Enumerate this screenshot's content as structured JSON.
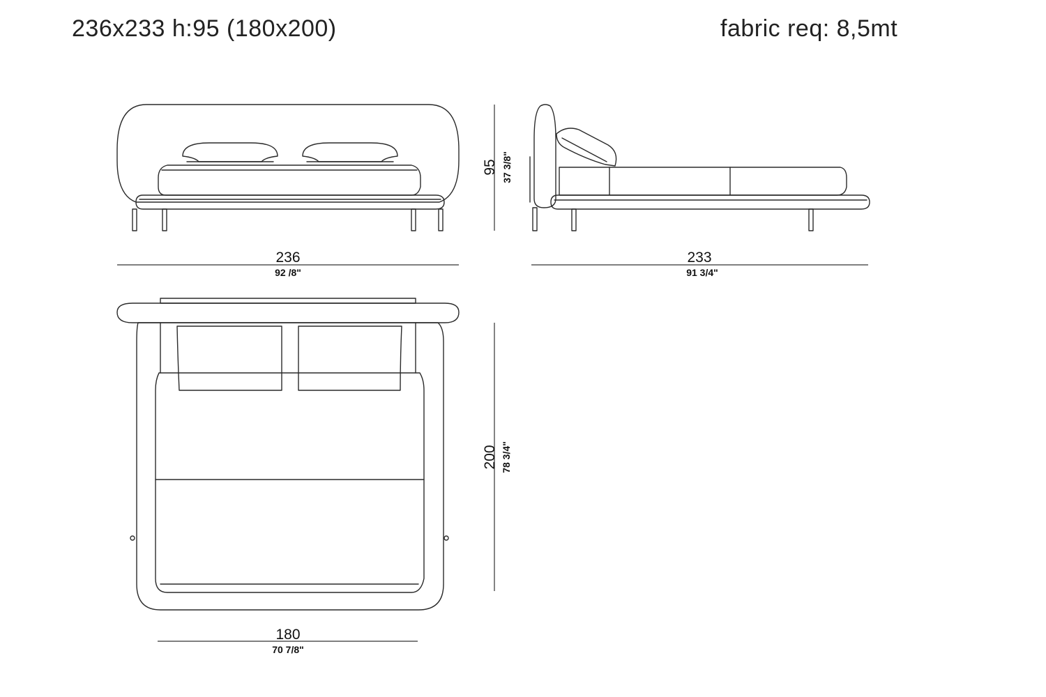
{
  "header": {
    "dimensions": "236x233 h:95 (180x200)",
    "fabric": "fabric req: 8,5mt"
  },
  "dimensions": {
    "front_width": {
      "cm": "236",
      "inch": "92 /8\""
    },
    "side_length": {
      "cm": "233",
      "inch": "91 3/4\""
    },
    "height": {
      "cm": "95",
      "inch": "37 3/8\""
    },
    "mattress_width": {
      "cm": "180",
      "inch": "70 7/8\""
    },
    "mattress_length": {
      "cm": "200",
      "inch": "78 3/4\""
    }
  }
}
